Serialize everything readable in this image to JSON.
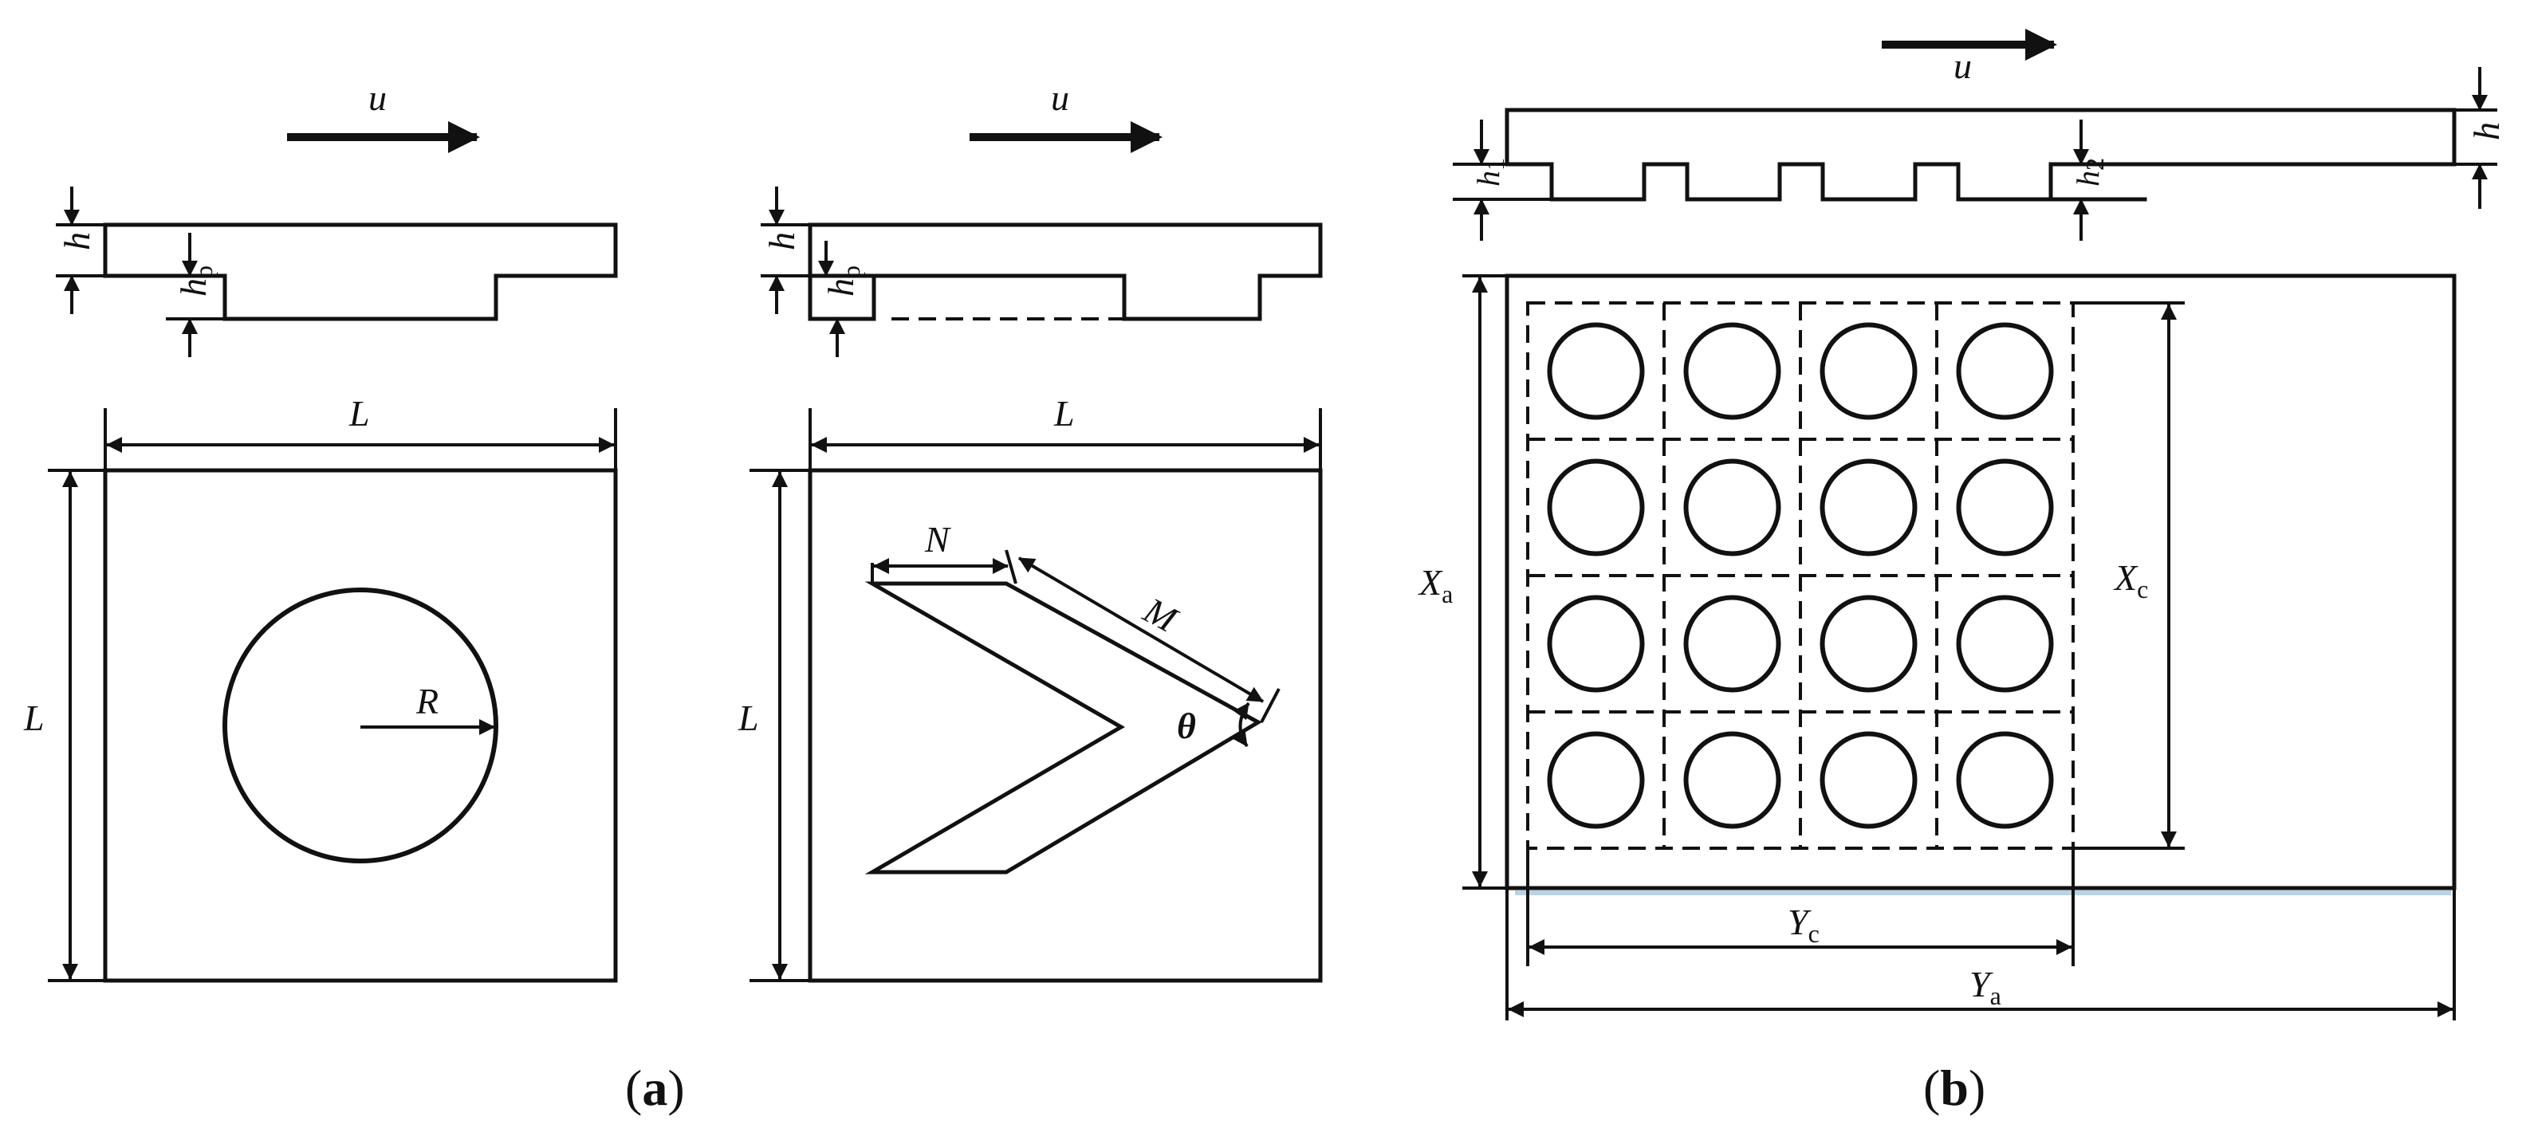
{
  "panel_a": {
    "caption_open": "(",
    "caption_letter": "a",
    "caption_close": ")",
    "circle_texture": {
      "flow_label": "u",
      "height_label": "h",
      "depth_label": "h",
      "depth_sub": "p",
      "width_label": "L",
      "side_label": "L",
      "radius_label": "R"
    },
    "chevron_texture": {
      "flow_label": "u",
      "height_label": "h",
      "depth_label": "h",
      "depth_sub": "p",
      "width_label": "L",
      "side_label": "L",
      "width_n_label": "N",
      "length_m_label": "M",
      "angle_label": "θ"
    }
  },
  "panel_b": {
    "caption_open": "(",
    "caption_letter": "b",
    "caption_close": ")",
    "flow_label": "u",
    "height_label": "h",
    "h1_label": "h",
    "h1_sub": "1",
    "h2_label": "h",
    "h2_sub": "2",
    "xa_label": "X",
    "xa_sub": "a",
    "xc_label": "X",
    "xc_sub": "c",
    "yc_label": "Y",
    "yc_sub": "c",
    "ya_label": "Y",
    "ya_sub": "a",
    "grid_rows": 4,
    "grid_cols": 4
  },
  "colors": {
    "stroke": "#111111",
    "background": "#ffffff",
    "bottom_edge_highlight": "#b9d2e6"
  }
}
